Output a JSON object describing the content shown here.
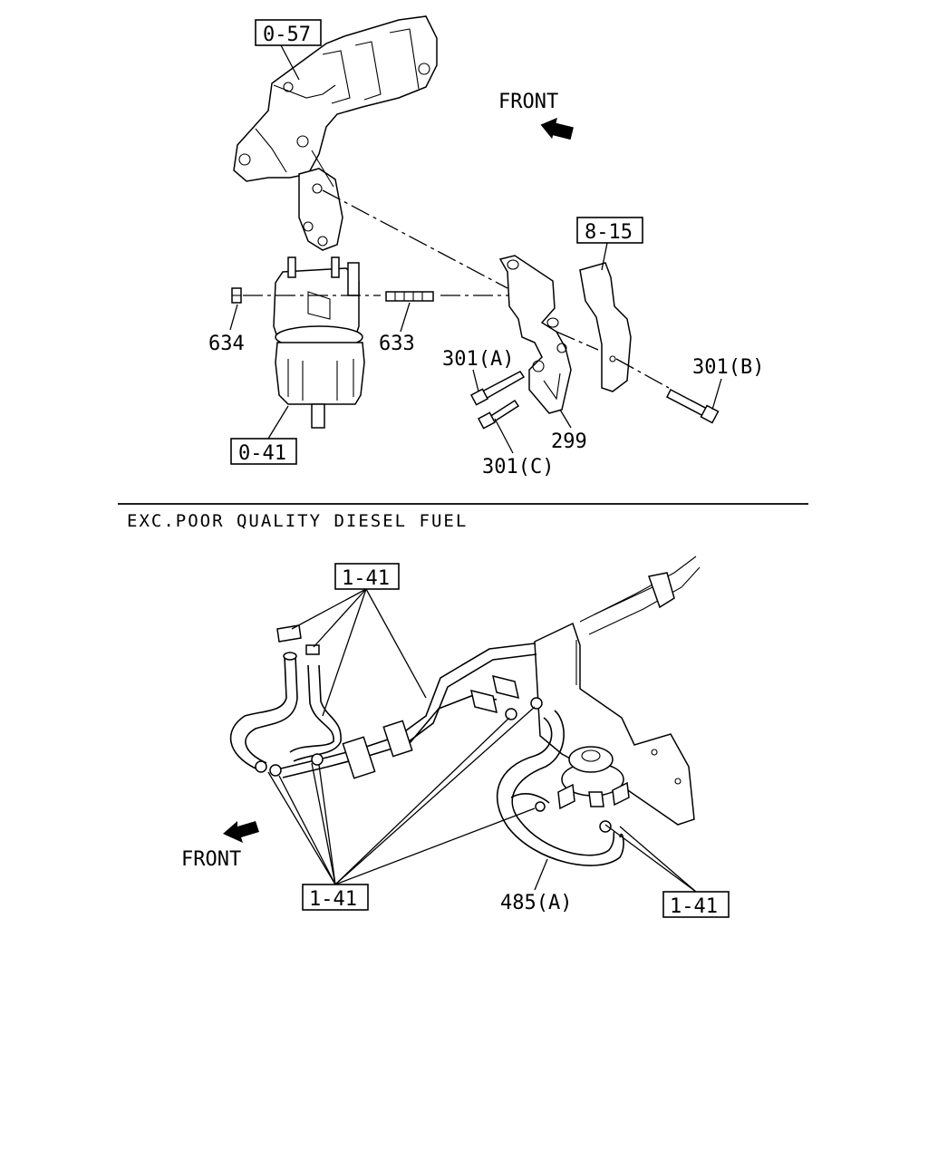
{
  "top": {
    "refs": {
      "r057": "0-57",
      "r815": "8-15",
      "r041": "0-41"
    },
    "parts": {
      "p634": "634",
      "p633": "633",
      "p301a": "301(A)",
      "p301b": "301(B)",
      "p301c": "301(C)",
      "p299": "299"
    },
    "front_label": "FRONT"
  },
  "section_label": "EXC.POOR QUALITY DIESEL FUEL",
  "bottom": {
    "refs": {
      "r141_top": "1-41",
      "r141_bottom_left": "1-41",
      "r141_bottom_right": "1-41"
    },
    "parts": {
      "p485a": "485(A)"
    },
    "front_label": "FRONT"
  }
}
